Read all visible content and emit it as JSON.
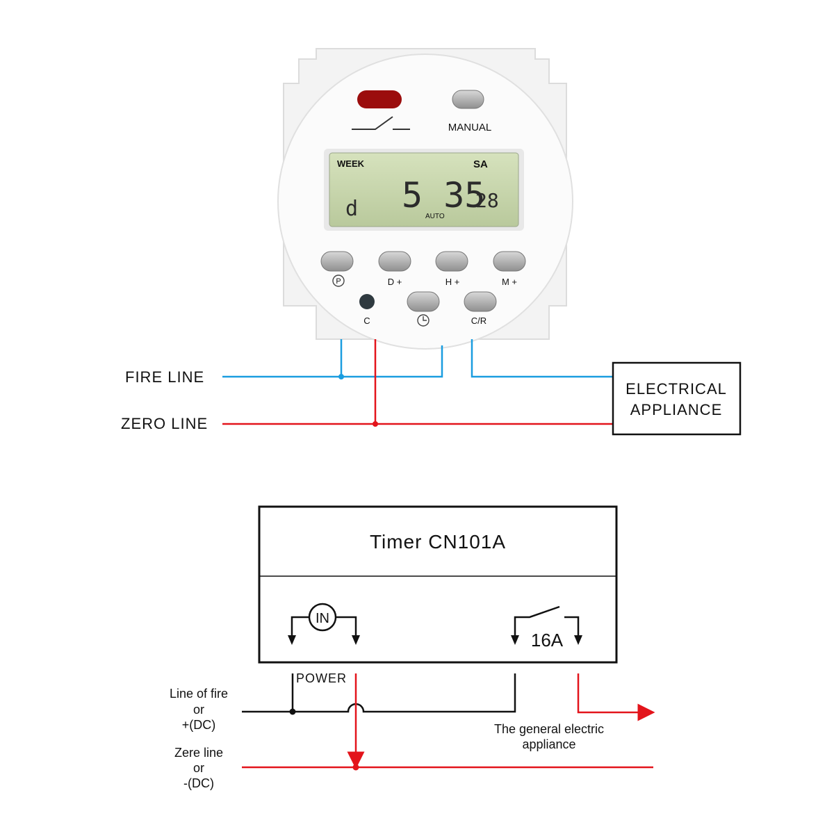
{
  "device": {
    "manual_label": "MANUAL",
    "buttons_row1": [
      "D +",
      "H +",
      "M +"
    ],
    "button_c_label": "C",
    "button_cr_label": "C/R",
    "program_icon": "circled-p-icon",
    "clock_icon": "clock-icon",
    "relay_icon": "switch-symbol-icon",
    "led_color": "#9b0d0d",
    "lcd": {
      "week": "WEEK",
      "mode": "SA",
      "day_digit": "d",
      "time_main": "5 35",
      "seconds": "28",
      "auto": "AUTO"
    }
  },
  "wiring_top": {
    "fire_line": "FIRE LINE",
    "zero_line": "ZERO LINE",
    "appliance_line1": "ELECTRICAL",
    "appliance_line2": "APPLIANCE",
    "fire_color": "#1a9de0",
    "zero_color": "#e3141b"
  },
  "schematic": {
    "title": "Timer CN101A",
    "coil_label": "IN",
    "rating": "16A",
    "power_label": "POWER",
    "fire_l1": "Line of fire",
    "fire_l2": "or",
    "fire_l3": "+(DC)",
    "zero_l1": "Zere line",
    "zero_l2": "or",
    "zero_l3": "-(DC)",
    "appliance_l1": "The general electric",
    "appliance_l2": "appliance"
  }
}
